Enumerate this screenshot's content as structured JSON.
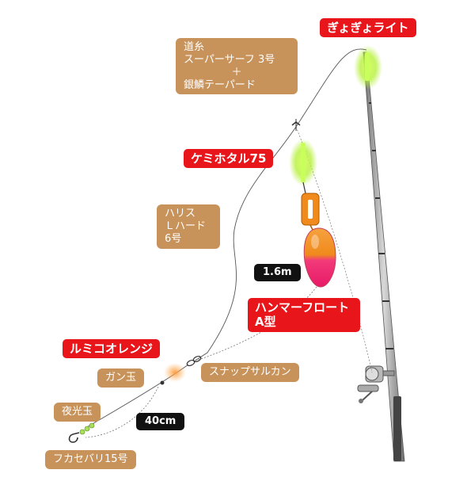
{
  "labels": {
    "gyogyo_light": "ぎょぎょライト",
    "main_line": [
      "道糸",
      "スーパーサーフ 3号",
      "＋",
      "銀鱗テーパード"
    ],
    "kemi_hotaru": "ケミホタル75",
    "harisu": [
      "ハリス",
      "Ｌハード",
      "6号"
    ],
    "length_upper": "1.6m",
    "hammer_float": [
      "ハンマーフロート",
      "A型"
    ],
    "rumiko_orange": "ルミコオレンジ",
    "gan_dama": "ガン玉",
    "snap_swivel": "スナップサルカン",
    "yakodama": "夜光玉",
    "length_lower": "40cm",
    "hook": "フカセバリ15号"
  },
  "colors": {
    "red_label": "#e8151b",
    "tan_label": "#c8935a",
    "dark_label": "#111111",
    "glow": "#b6f03c",
    "float_top": "#f08a1c",
    "float_bottom": "#f0206a",
    "rod": "#9a9a9a"
  }
}
